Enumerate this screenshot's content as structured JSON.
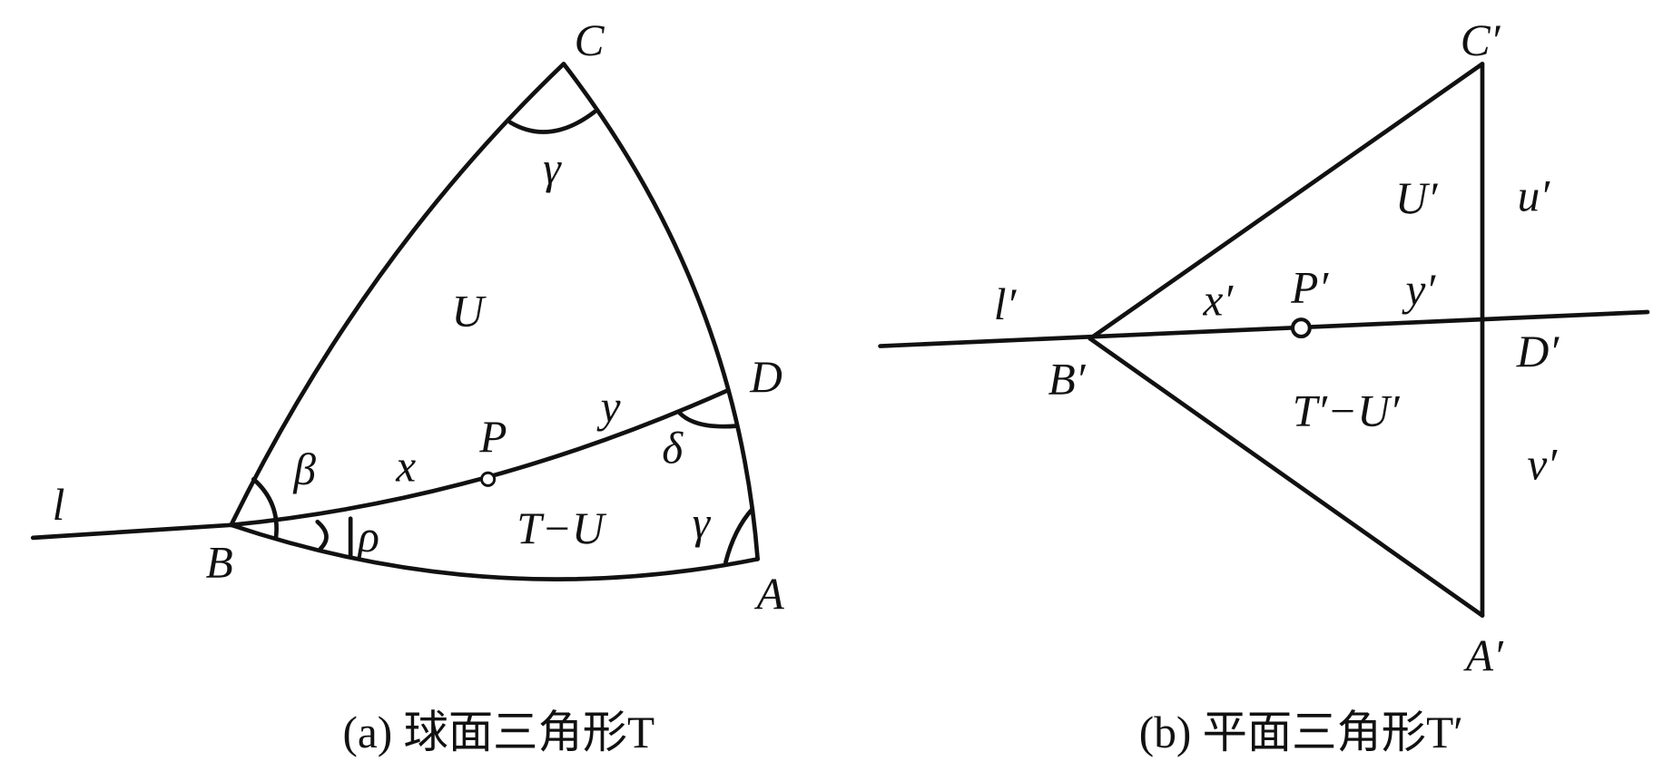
{
  "panel_a": {
    "caption": "(a) 球面三角形T",
    "labels": {
      "C": "C",
      "B": "B",
      "A": "A",
      "D": "D",
      "l": "l",
      "U": "U",
      "P": "P",
      "x": "x",
      "y": "y",
      "beta": "β",
      "rho": "ρ",
      "T_minus_U": "T−U",
      "delta": "δ",
      "gamma_top": "γ",
      "gamma_right": "γ"
    }
  },
  "panel_b": {
    "caption": "(b) 平面三角形T′",
    "labels": {
      "C": "C′",
      "B": "B′",
      "A": "A′",
      "D": "D′",
      "l": "l′",
      "U": "U′",
      "P": "P′",
      "x": "x′",
      "y": "y′",
      "u": "u′",
      "v": "v′",
      "T_minus_U": "T′−U′"
    }
  }
}
